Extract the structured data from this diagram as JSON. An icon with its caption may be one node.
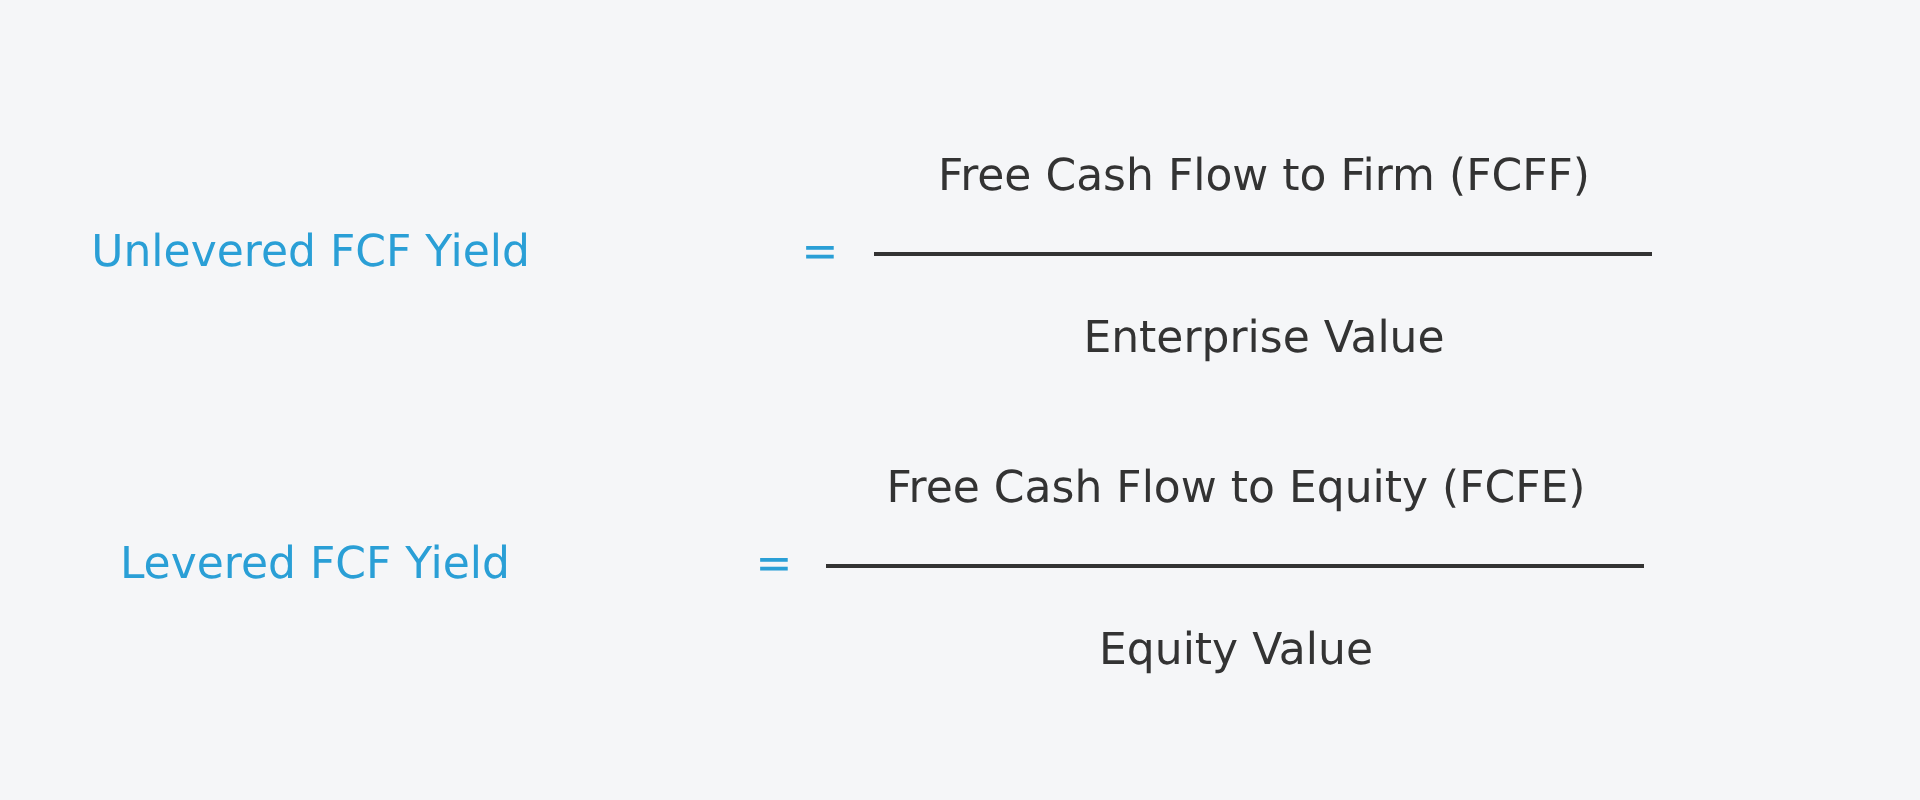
{
  "diagram": {
    "labels": [
      "Unlevered FCF Yield",
      "=",
      "Free Cash Flow to Firm (FCFF)",
      "Enterprise Value",
      "Levered FCF Yield",
      "=",
      "Free Cash Flow to Equity (FCFE)",
      "Equity Value"
    ]
  }
}
